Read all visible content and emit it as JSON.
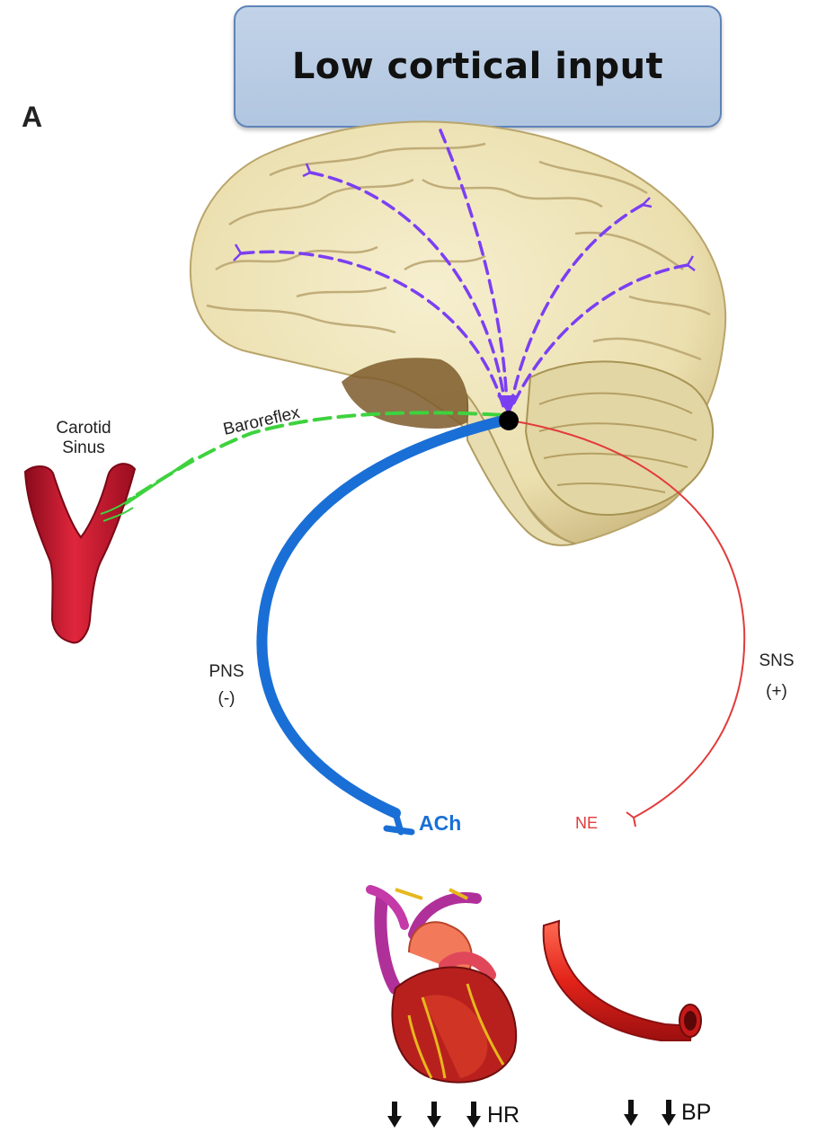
{
  "title": "Low cortical input",
  "panel_letter": "A",
  "labels": {
    "carotid_sinus_line1": "Carotid",
    "carotid_sinus_line2": "Sinus",
    "baroreflex": "Baroreflex",
    "pns_line1": "PNS",
    "pns_line2": "(-)",
    "sns_line1": "SNS",
    "sns_line2": "(+)",
    "ach": "ACh",
    "ne": "NE",
    "hr": "HR",
    "bp": "BP"
  },
  "colors": {
    "pns_pathway": "#1a6fd6",
    "sns_pathway": "#e23b3b",
    "baroreflex": "#3ed23e",
    "cortical_projections": "#7b3ff2",
    "title_box": "#b8cce4",
    "brain": "#efe6bf",
    "artery": "#c8102e"
  },
  "arrows": {
    "hr_down_count": 3,
    "bp_down_count": 2
  }
}
